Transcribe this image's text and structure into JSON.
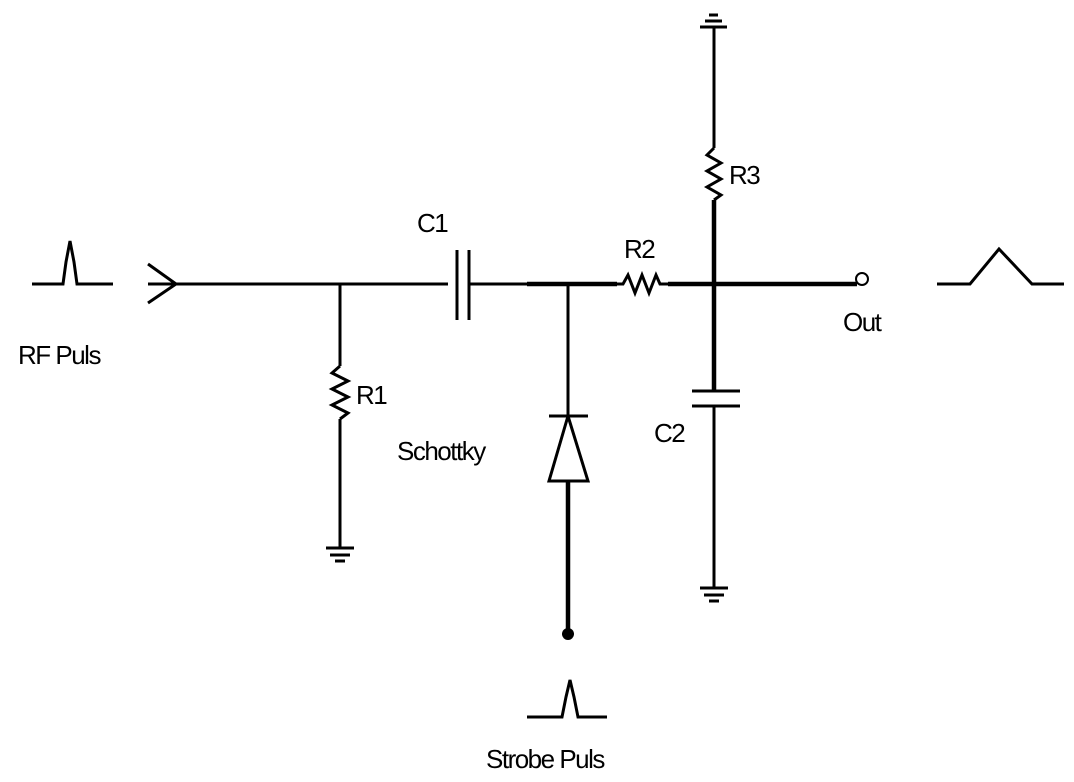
{
  "labels": {
    "c1": "C1",
    "r2": "R2",
    "r3": "R3",
    "r1": "R1",
    "c2": "C2",
    "schottky": "Schottky",
    "rf_puls": "RF Puls",
    "strobe_puls": "Strobe Puls",
    "out": "Out"
  },
  "colors": {
    "stroke": "#000000",
    "background": "#ffffff"
  }
}
